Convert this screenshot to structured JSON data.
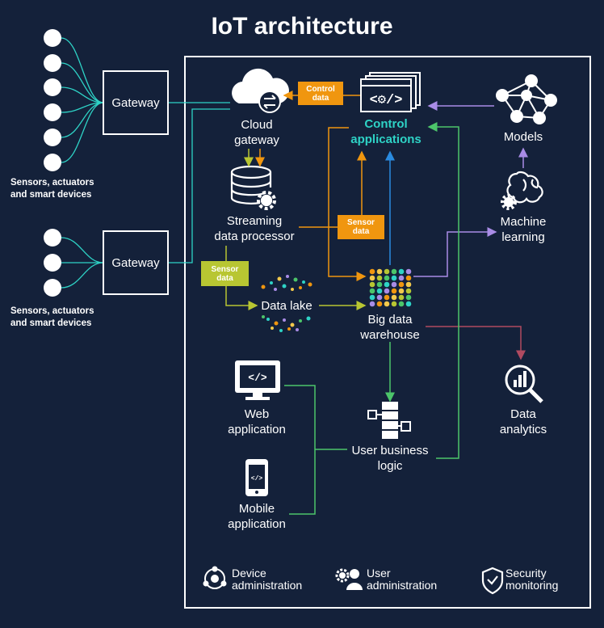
{
  "title": "IoT architecture",
  "sensors": {
    "group1_label": "Sensors, actuators\nand smart devices",
    "group2_label": "Sensors, actuators\nand smart devices"
  },
  "gateways": {
    "gateway1": "Gateway",
    "gateway2": "Gateway"
  },
  "nodes": {
    "cloud_gateway": "Cloud\ngateway",
    "control_applications": "Control\napplications",
    "models": "Models",
    "streaming": "Streaming\ndata processor",
    "machine_learning": "Machine\nlearning",
    "data_lake": "Data lake",
    "big_data": "Big data\nwarehouse",
    "data_analytics": "Data\nanalytics",
    "web_app": "Web\napplication",
    "user_logic": "User business\nlogic",
    "mobile_app": "Mobile\napplication"
  },
  "tags": {
    "control_data": "Control\ndata",
    "sensor_data_1": "Sensor\ndata",
    "sensor_data_2": "Sensor\ndata"
  },
  "admin": {
    "device": "Device\nadministration",
    "user": "User\nadministration",
    "security": "Security\nmonitoring"
  },
  "icons": {
    "cloud": "cloud-icon",
    "control": "code-window-icon",
    "models": "neural-network-icon",
    "database": "database-gear-icon",
    "ml": "brain-gear-icon",
    "lake": "dot-cloud-icon",
    "warehouse": "dot-grid-icon",
    "analytics": "magnifier-chart-icon",
    "web": "monitor-code-icon",
    "logic": "flowchart-icon",
    "mobile": "phone-code-icon"
  },
  "colors": {
    "background": "#14213a",
    "teal": "#2ed3c6",
    "orange": "#f0960f",
    "olive": "#b8c632",
    "blue": "#2a8be0",
    "green": "#4cc56a",
    "purple": "#a98ce6",
    "maroon": "#b04a60"
  }
}
